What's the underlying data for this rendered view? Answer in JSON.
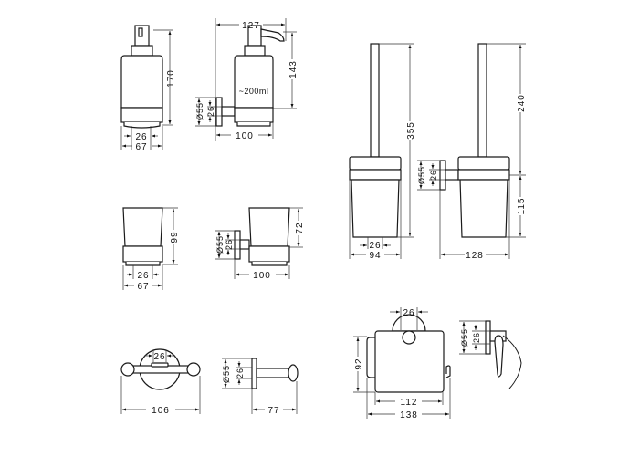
{
  "soap_dispenser": {
    "front": {
      "height": "170",
      "mount_width": "26",
      "width": "67"
    },
    "side": {
      "depth_top": "127",
      "height_above_mount": "143",
      "plate_diameter": "Ø55",
      "mount_height": "26",
      "projection": "100",
      "capacity": "~200ml"
    }
  },
  "tumbler": {
    "front": {
      "height": "99",
      "mount_width": "26",
      "width": "67"
    },
    "side": {
      "height_above_mount": "72",
      "plate_diameter": "Ø55",
      "mount_height": "26",
      "projection": "100"
    }
  },
  "toilet_brush": {
    "front": {
      "height": "355",
      "mount_width": "26",
      "width": "94"
    },
    "side": {
      "height_above_mount": "240",
      "height_below_mount": "115",
      "plate_diameter": "Ø55",
      "mount_height": "26",
      "projection": "128"
    }
  },
  "double_hook": {
    "front": {
      "mount_width": "26",
      "width": "106"
    },
    "side": {
      "plate_diameter": "Ø55",
      "mount_height": "26",
      "projection": "77"
    }
  },
  "paper_holder": {
    "front": {
      "mount_width": "26",
      "height": "92",
      "cover_width": "112",
      "width": "138"
    },
    "side": {
      "plate_diameter": "Ø55",
      "mount_height": "26"
    }
  }
}
